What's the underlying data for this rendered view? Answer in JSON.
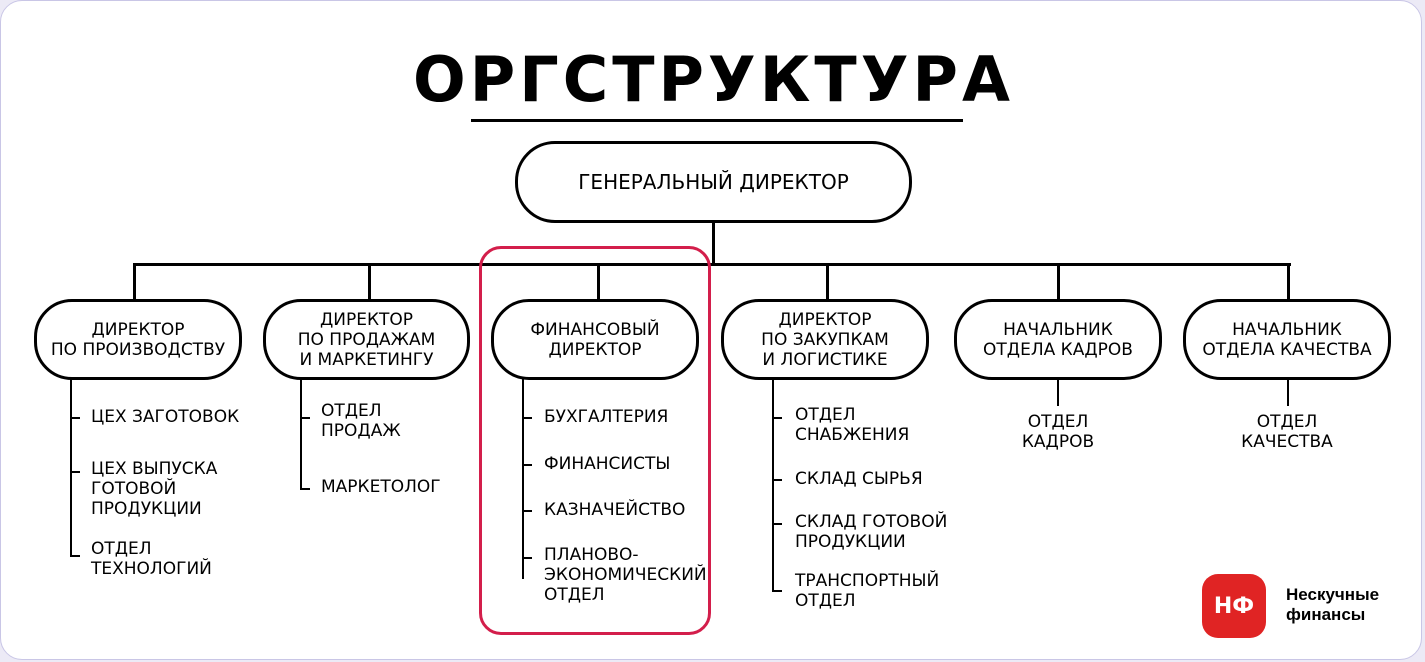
{
  "title": "ОРГСТРУКТУРА",
  "root": "ГЕНЕРАЛЬНЫЙ ДИРЕКТОР",
  "branches": [
    {
      "label": "ДИРЕКТОР\nПО ПРОИЗВОДСТВУ",
      "items": [
        "ЦЕХ ЗАГОТОВОК",
        "ЦЕХ ВЫПУСКА\nГОТОВОЙ\nПРОДУКЦИИ",
        "ОТДЕЛ\nТЕХНОЛОГИЙ"
      ]
    },
    {
      "label": "ДИРЕКТОР\nПО ПРОДАЖАМ\nИ МАРКЕТИНГУ",
      "items": [
        "ОТДЕЛ\nПРОДАЖ",
        "МАРКЕТОЛОГ"
      ]
    },
    {
      "label": "ФИНАНСОВЫЙ\nДИРЕКТОР",
      "highlighted": true,
      "items": [
        "БУХГАЛТЕРИЯ",
        "ФИНАНСИСТЫ",
        "КАЗНАЧЕЙСТВО",
        "ПЛАНОВО-\nЭКОНОМИЧЕСКИЙ\nОТДЕЛ"
      ]
    },
    {
      "label": "ДИРЕКТОР\nПО ЗАКУПКАМ\nИ ЛОГИСТИКЕ",
      "items": [
        "ОТДЕЛ\nСНАБЖЕНИЯ",
        "СКЛАД СЫРЬЯ",
        "СКЛАД ГОТОВОЙ\nПРОДУКЦИИ",
        "ТРАНСПОРТНЫЙ\nОТДЕЛ"
      ]
    },
    {
      "label": "НАЧАЛЬНИК\nОТДЕЛА КАДРОВ",
      "items": [
        "ОТДЕЛ\nКАДРОВ"
      ]
    },
    {
      "label": "НАЧАЛЬНИК\nОТДЕЛА КАЧЕСТВА",
      "items": [
        "ОТДЕЛ\nКАЧЕСТВА"
      ]
    }
  ],
  "logo": {
    "mark": "НФ",
    "name": "Нескучные\nфинансы"
  },
  "colors": {
    "highlight": "#d31e4b",
    "brand": "#e02424"
  }
}
